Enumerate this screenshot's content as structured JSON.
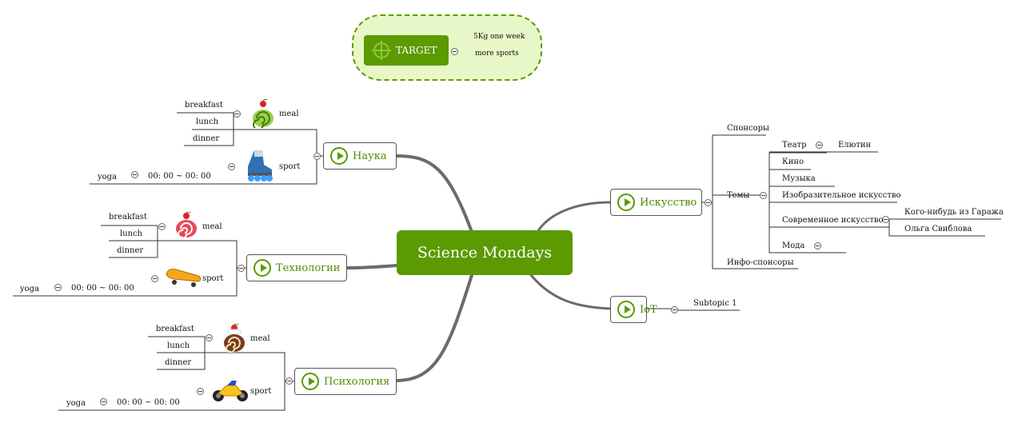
{
  "central": "Science Mondays",
  "target": {
    "label": "TARGET",
    "children": [
      "5Kg one week",
      "more sports"
    ]
  },
  "left_topics": [
    {
      "label": "Наука",
      "meal": {
        "label": "meal",
        "items": [
          "breakfast",
          "lunch",
          "dinner"
        ]
      },
      "sport": {
        "label": "sport",
        "yoga": "yoga",
        "time": "00:  00 ~ 00:  00"
      }
    },
    {
      "label": "Технологии",
      "meal": {
        "label": "meal",
        "items": [
          "breakfast",
          "lunch",
          "dinner"
        ]
      },
      "sport": {
        "label": "sport",
        "yoga": "yoga",
        "time": "00:  00 ~ 00:  00"
      }
    },
    {
      "label": "Психология",
      "meal": {
        "label": "meal",
        "items": [
          "breakfast",
          "lunch",
          "dinner"
        ]
      },
      "sport": {
        "label": "sport",
        "yoga": "yoga",
        "time": "00:  00 ~ 00:  00"
      }
    }
  ],
  "art": {
    "label": "Искусство",
    "sponsors": "Спонсоры",
    "themes": {
      "label": "Темы",
      "theatre": "Театр",
      "theatre_child": "Елютин",
      "cinema": "Кино",
      "music": "Музыка",
      "visual": "Изобразительное искусство",
      "modern": "Современное искусство",
      "modern_children": [
        "Кого-нибудь из Гаража",
        "Ольга Свиблова"
      ],
      "fashion": "Мода"
    },
    "info_sponsors": "Инфо-спонсоры"
  },
  "iot": {
    "label": "IoT",
    "subtopic": "Subtopic 1"
  },
  "colors": {
    "accent": "#5b9a00",
    "topic_text": "#4e8a00",
    "cloud_fill": "#e8f7c8",
    "connector": "#666666"
  },
  "icons": [
    "cake-swirl-icon",
    "rollerblade-icon",
    "cake-spiral-icon",
    "skateboard-icon",
    "cake-roll-icon",
    "motorcycle-icon",
    "crosshair-icon"
  ]
}
